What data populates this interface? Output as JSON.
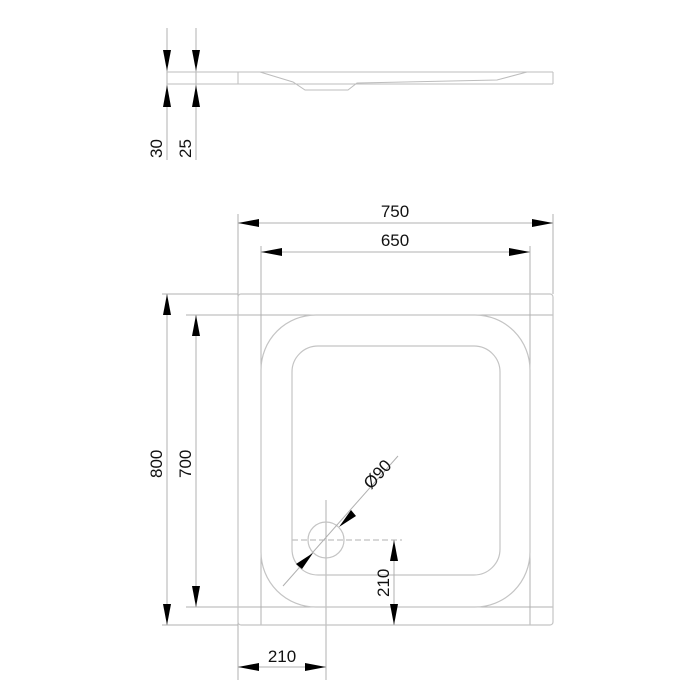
{
  "drawing": {
    "type": "shower-tray-technical-drawing",
    "side_view": {
      "dim_total_height": "30",
      "dim_rim_height": "25"
    },
    "top_view": {
      "dim_outer_width": "750",
      "dim_inner_width": "650",
      "dim_outer_length": "800",
      "dim_inner_length": "700",
      "dim_drain_diameter": "Ø90",
      "dim_drain_offset_y": "210",
      "dim_drain_offset_x": "210"
    },
    "colors": {
      "outline": "#c4c4c4",
      "dimension_line": "#b0b0b0",
      "text_and_arrows": "#111111",
      "background": "#ffffff"
    }
  }
}
